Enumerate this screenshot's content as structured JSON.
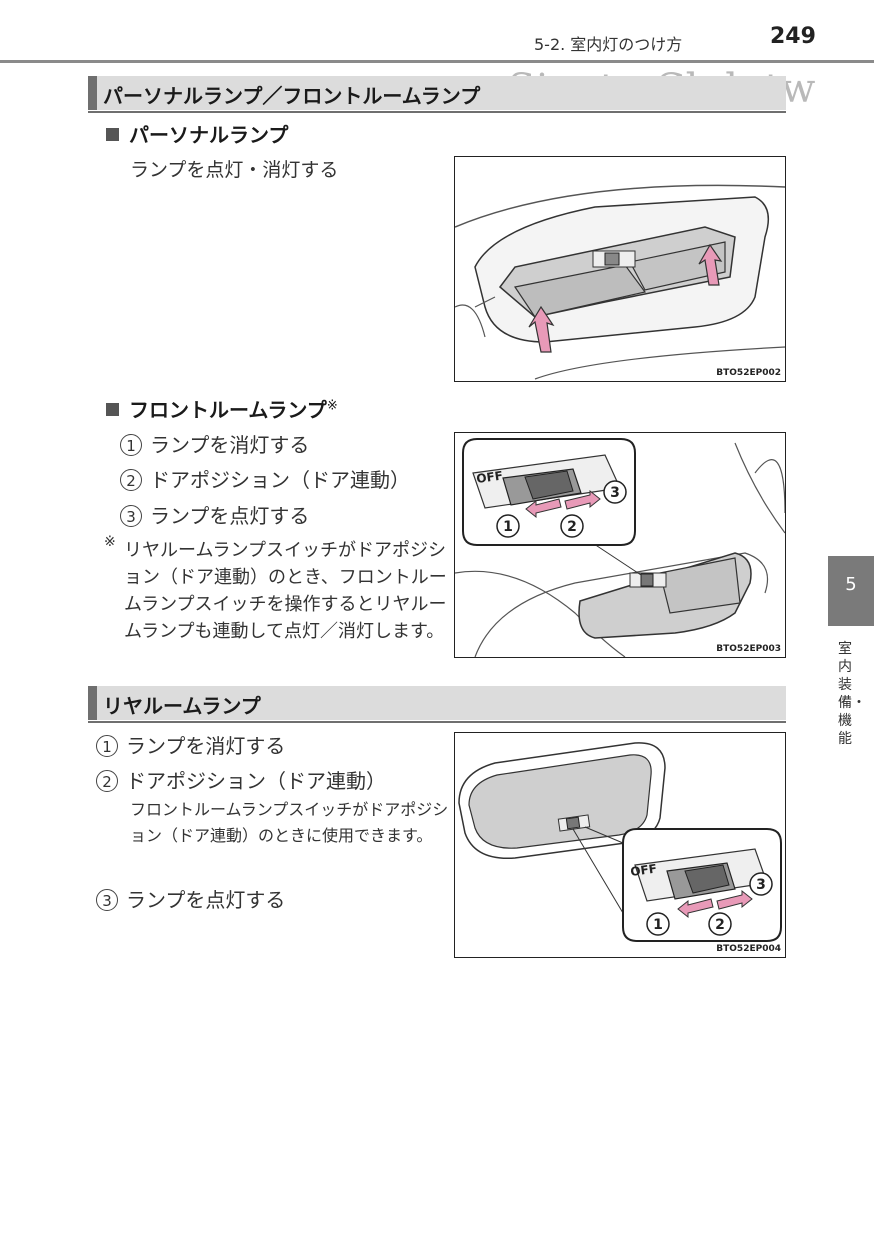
{
  "header": {
    "section": "5-2. 室内灯のつけ方",
    "page_number": "249",
    "watermark": "Sienta-Club.tw"
  },
  "section1": {
    "title": "パーソナルランプ／フロントルームランプ",
    "personal": {
      "heading": "パーソナルランプ",
      "text": "ランプを点灯・消灯する",
      "image_code": "BTO52EP002"
    },
    "front": {
      "heading": "フロントルームランプ",
      "heading_mark": "※",
      "items": [
        {
          "num": "1",
          "text": "ランプを消灯する"
        },
        {
          "num": "2",
          "text": "ドアポジション（ドア連動）"
        },
        {
          "num": "3",
          "text": "ランプを点灯する"
        }
      ],
      "note_mark": "※",
      "note": "リヤルームランプスイッチがドアポジション（ドア連動）のとき、フロントルームランプスイッチを操作するとリヤルームランプも連動して点灯／消灯します。",
      "image_code": "BTO52EP003",
      "switch_labels": {
        "off": "OFF",
        "n1": "1",
        "n2": "2",
        "n3": "3"
      }
    }
  },
  "section2": {
    "title": "リヤルームランプ",
    "items": [
      {
        "num": "1",
        "text": "ランプを消灯する"
      },
      {
        "num": "2",
        "text": "ドアポジション（ドア連動）"
      },
      {
        "num": "3",
        "text": "ランプを点灯する"
      }
    ],
    "item2_note": "フロントルームランプスイッチがドアポジション（ドア連動）のときに使用できます。",
    "image_code": "BTO52EP004",
    "switch_labels": {
      "off": "OFF",
      "n1": "1",
      "n2": "2",
      "n3": "3"
    }
  },
  "side_tab": {
    "number": "5",
    "label": "室内装備・機能"
  },
  "colors": {
    "section_bar": "#dcdcdc",
    "section_accent": "#6f6f6f",
    "arrow_pink": "#e89ab8",
    "side_tab": "#7a7a7a"
  }
}
